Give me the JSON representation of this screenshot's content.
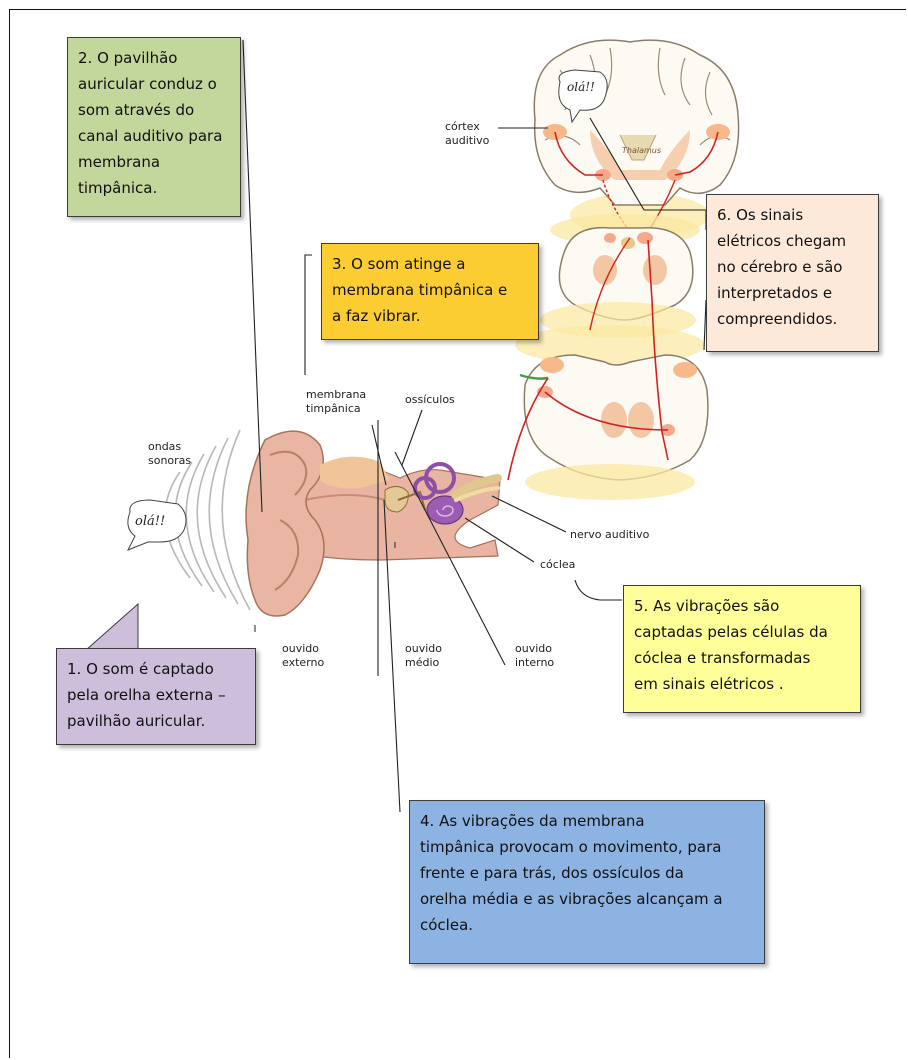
{
  "boxes": {
    "step1": {
      "text": "1. O som é captado\npela orelha externa –\npavilhão auricular.",
      "color": "#cdbfdb"
    },
    "step2": {
      "text": "2. O pavilhão\nauricular conduz o\nsom através do\ncanal auditivo para\nmembrana\ntimpânica.",
      "color": "#c3d69b"
    },
    "step3": {
      "text": "3. O som atinge a\nmembrana timpânica e\na faz vibrar.",
      "color": "#fccc33"
    },
    "step4": {
      "text": "4. As vibrações da membrana\ntimpânica provocam o movimento, para\nfrente e para trás, dos ossículos da\norelha média e as vibrações alcançam a\ncóclea.",
      "color": "#8db3e2"
    },
    "step5": {
      "text": "5. As vibrações são\ncaptadas pelas células da\ncóclea e transformadas\nem sinais elétricos .",
      "color": "#ffff99"
    },
    "step6": {
      "text": "6. Os sinais\nelétricos chegam\nno cérebro e são\ninterpretados e\ncompreendidos.",
      "color": "#fde9d9"
    }
  },
  "labels": {
    "ondas_sonoras": "ondas\nsonoras",
    "membrana_timpanica": "membrana\ntimpânica",
    "ossiculos": "ossículos",
    "nervo_auditivo": "nervo auditivo",
    "coclea": "cóclea",
    "ouvido_externo": "ouvido\nexterno",
    "ouvido_medio": "ouvido\nmédio",
    "ouvido_interno": "ouvido\ninterno",
    "cortex_auditivo": "córtex\nauditivo",
    "thalamus": "Thalamus"
  },
  "speech": {
    "ear_bubble": "olá!!",
    "brain_bubble": "olá!!"
  }
}
